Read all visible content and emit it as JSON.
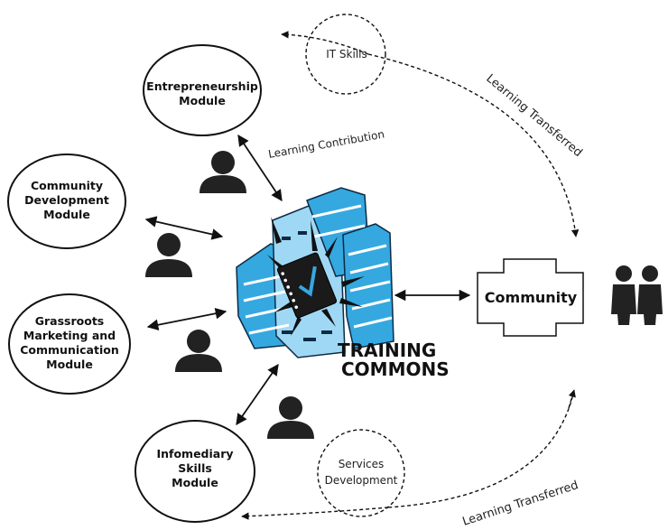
{
  "modules": {
    "entrepreneurship": [
      "Entrepreneurship",
      "Module"
    ],
    "community_dev": [
      "Community",
      "Development",
      "Module"
    ],
    "grassroots": [
      "Grassroots",
      "Marketing and",
      "Communication",
      "Module"
    ],
    "infomediary": [
      "Infomediary",
      "Skills",
      "Module"
    ]
  },
  "hub": {
    "line1": "TRAINING",
    "line2": "COMMONS"
  },
  "community": {
    "label": "Community"
  },
  "edges": {
    "learning_contribution": "Learning Contribution",
    "it_skills": "IT Skills",
    "services_development": [
      "Services",
      "Development"
    ],
    "learning_transferred_top": "Learning Transferred",
    "learning_transferred_bottom": "Learning Transferred"
  },
  "colors": {
    "building_blue": "#35a8e0",
    "ink": "#111111",
    "person": "#222222"
  }
}
